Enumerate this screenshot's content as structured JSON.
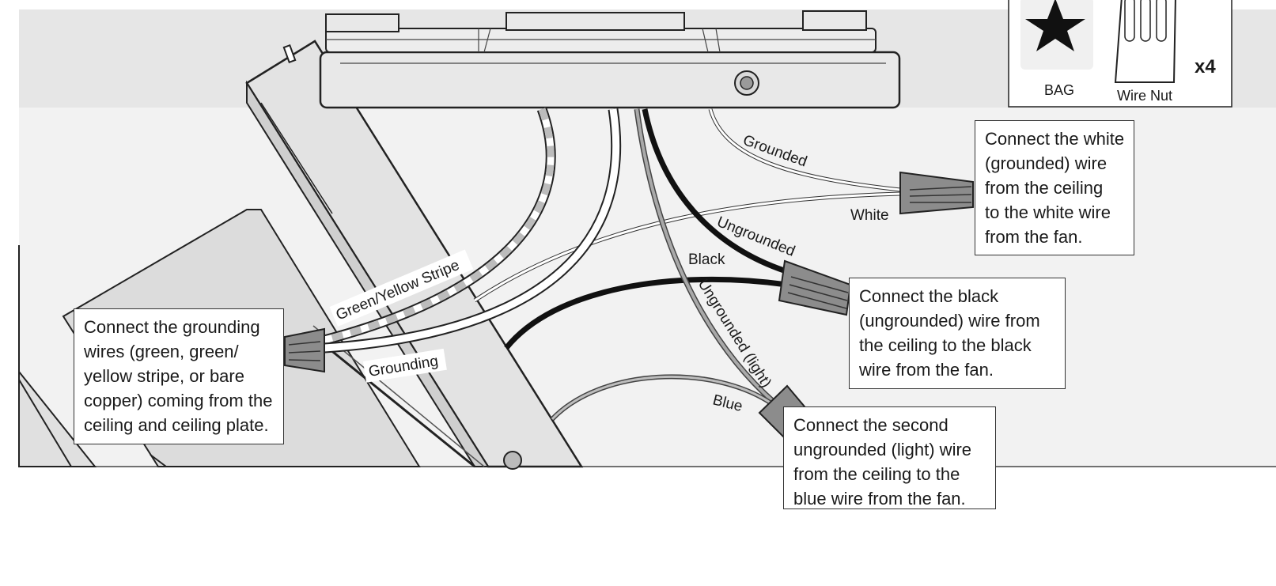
{
  "wire_labels": {
    "grounded": "Grounded",
    "white": "White",
    "ungrounded": "Ungrounded",
    "black": "Black",
    "ungrounded_light": "Ungrounded (light)",
    "blue": "Blue",
    "green_yellow_stripe": "Green/Yellow Stripe",
    "grounding": "Grounding"
  },
  "parts": {
    "bag_label": "BAG",
    "wire_nut_label": "Wire Nut",
    "quantity": "x4"
  },
  "callouts": {
    "white": [
      "Connect the white",
      "(grounded) wire",
      "from the ceiling",
      "to the white wire",
      "from the fan."
    ],
    "black": [
      "Connect the black",
      "(ungrounded) wire from",
      "the ceiling to the black",
      "wire from the fan."
    ],
    "grounding": [
      "Connect the  grounding",
      "wires (green, green/",
      "yellow stripe, or bare",
      "copper) coming from the",
      "ceiling and ceiling plate."
    ],
    "blue": [
      "Connect the second",
      "ungrounded (light) wire",
      "from the ceiling to the",
      "blue wire from the fan."
    ]
  },
  "colors": {
    "ceiling_gray": "#e6e6e6",
    "background_light": "#f2f2f2",
    "plate_gray": "#dedede",
    "wire_black": "#111111",
    "wire_gray": "#a9a9a9",
    "wire_nut_gray": "#8c8c8c",
    "outline": "#222222"
  }
}
